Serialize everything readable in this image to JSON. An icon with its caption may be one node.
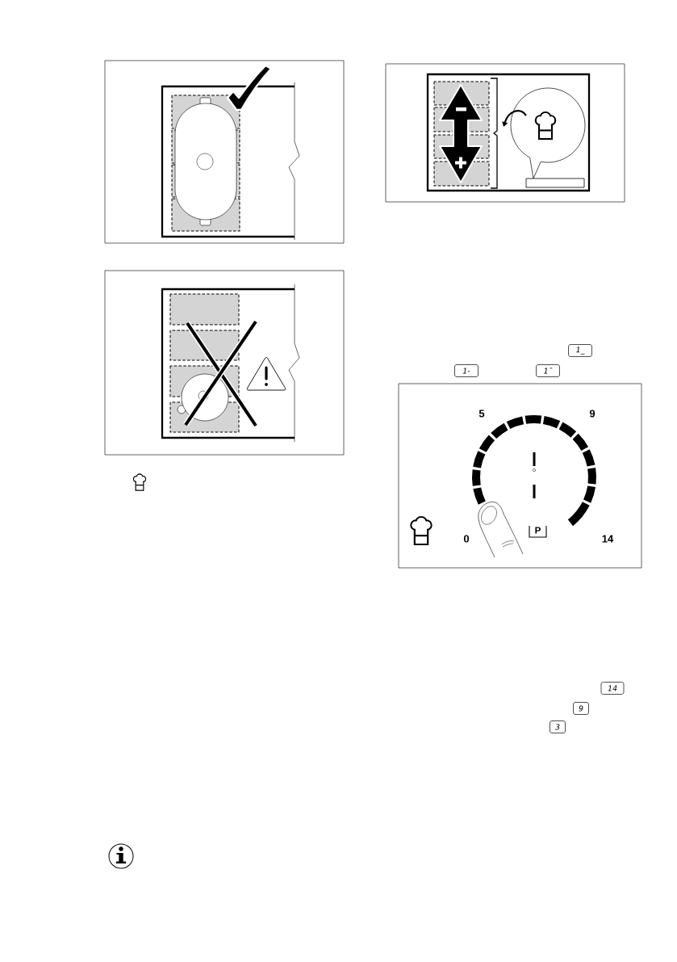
{
  "diagram": {
    "labels": [
      "1_",
      "1-",
      "1¯",
      "5",
      "9",
      "0",
      "P",
      "14",
      "14",
      "9",
      "3"
    ]
  }
}
